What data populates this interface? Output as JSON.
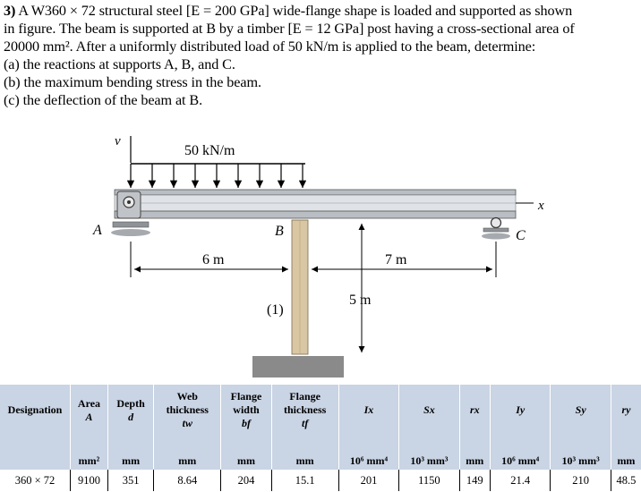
{
  "problem": {
    "number": "3)",
    "lines": [
      "A W360 × 72 structural steel [E = 200 GPa] wide-flange shape is loaded and supported as shown",
      "in figure. The beam is supported at B by a timber [E = 12 GPa] post having a cross-sectional area of",
      "20000 mm². After a uniformly distributed load of 50 kN/m is applied to the beam, determine:",
      "(a) the reactions at supports A, B, and C.",
      "(b) the maximum bending stress in the beam.",
      "(c) the deflection of the beam at B."
    ]
  },
  "figure": {
    "load_label": "50 kN/m",
    "axis_v": "v",
    "axis_x": "x",
    "support_a": "A",
    "support_b": "B",
    "support_c": "C",
    "span_ab": "6 m",
    "span_bc": "7 m",
    "post_height": "5 m",
    "post_id": "(1)",
    "colors": {
      "beam": "#d4d8dd",
      "post": "#d9c7a4",
      "ground": "#8a8a8a",
      "support": "#b8bcc0"
    }
  },
  "table": {
    "headers": [
      {
        "lines": [
          "Designation"
        ],
        "unit": ""
      },
      {
        "lines": [
          "Area",
          "A"
        ],
        "unit": "mm²"
      },
      {
        "lines": [
          "Depth",
          "d"
        ],
        "unit": "mm"
      },
      {
        "lines": [
          "Web",
          "thickness",
          "tw"
        ],
        "unit": "mm"
      },
      {
        "lines": [
          "Flange",
          "width",
          "bf"
        ],
        "unit": "mm"
      },
      {
        "lines": [
          "Flange",
          "thickness",
          "tf"
        ],
        "unit": "mm"
      },
      {
        "lines": [
          "Ix"
        ],
        "unit": "10⁶ mm⁴"
      },
      {
        "lines": [
          "Sx"
        ],
        "unit": "10³ mm³"
      },
      {
        "lines": [
          "rx"
        ],
        "unit": "mm"
      },
      {
        "lines": [
          "Iy"
        ],
        "unit": "10⁶ mm⁴"
      },
      {
        "lines": [
          "Sy"
        ],
        "unit": "10³ mm³"
      },
      {
        "lines": [
          "ry"
        ],
        "unit": "mm"
      }
    ],
    "row": [
      "360 × 72",
      "9100",
      "351",
      "8.64",
      "204",
      "15.1",
      "201",
      "1150",
      "149",
      "21.4",
      "210",
      "48.5"
    ],
    "header_color": "#c9d4e4"
  }
}
